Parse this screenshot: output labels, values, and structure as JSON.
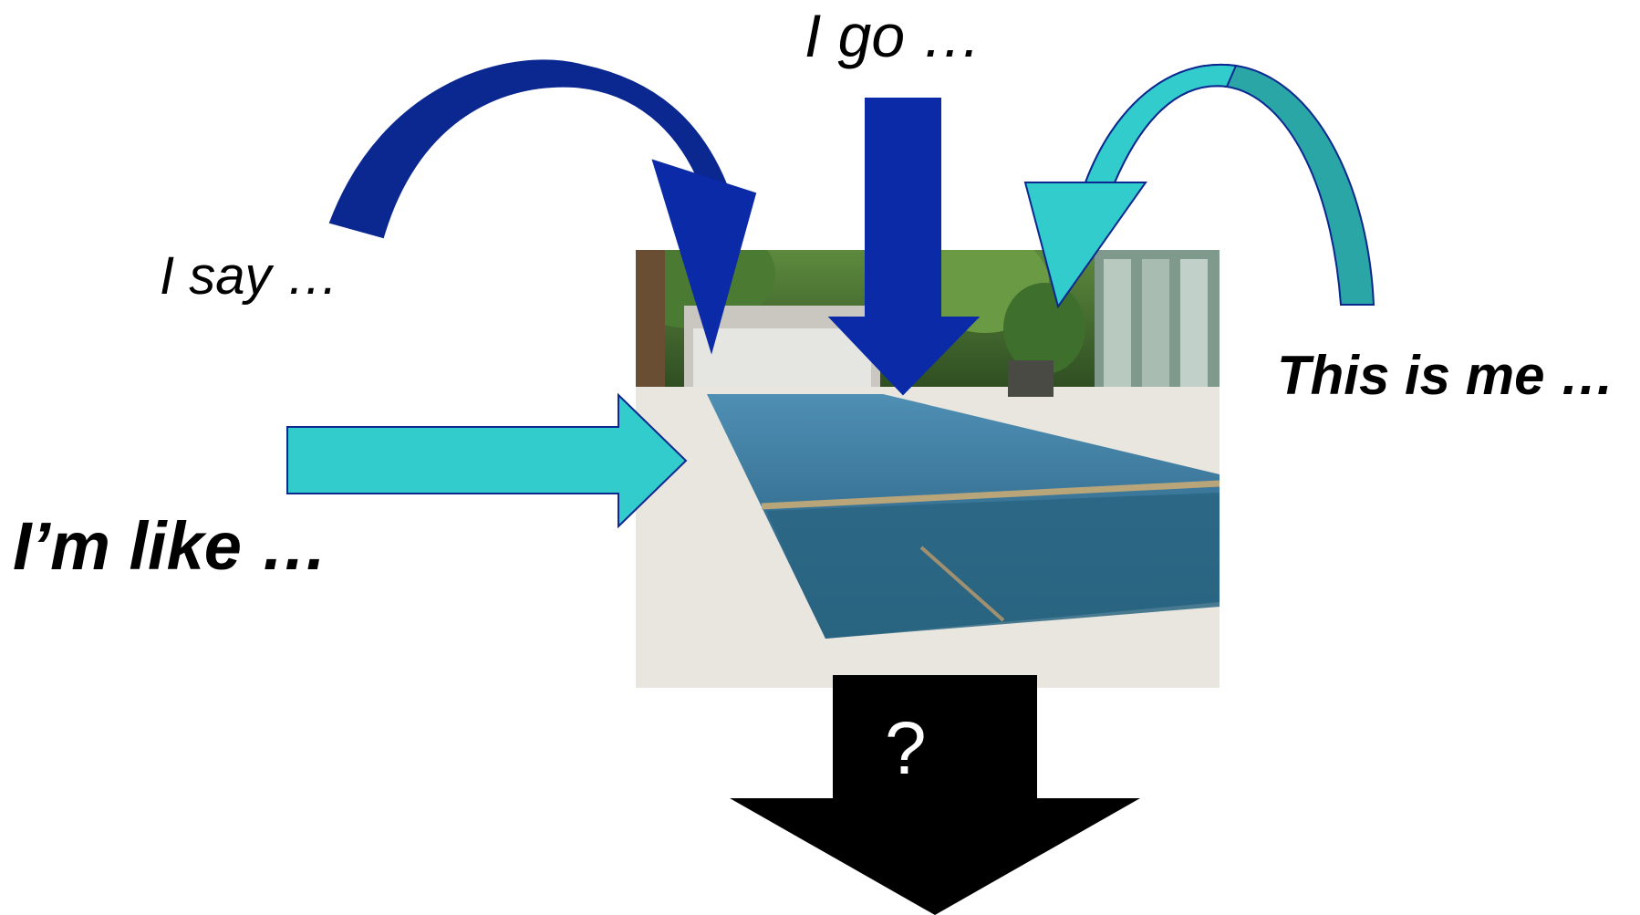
{
  "labels": {
    "i_go": "I go …",
    "i_say": "I say …",
    "this_is_me": "This is me …",
    "im_like": "I’m like …",
    "question": "?"
  },
  "colors": {
    "dark_blue_arrow": "#0a2aa8",
    "dark_blue_arc": "#0b2790",
    "cyan_arrow": "#33cccc",
    "teal_arc": "#2aa6a6",
    "black_arrow": "#000000",
    "water": "#2f6f94",
    "deck": "#e8e6df",
    "foliage": "#3f6b2e"
  },
  "icons": {
    "photo": "swimming-pool-photo"
  }
}
